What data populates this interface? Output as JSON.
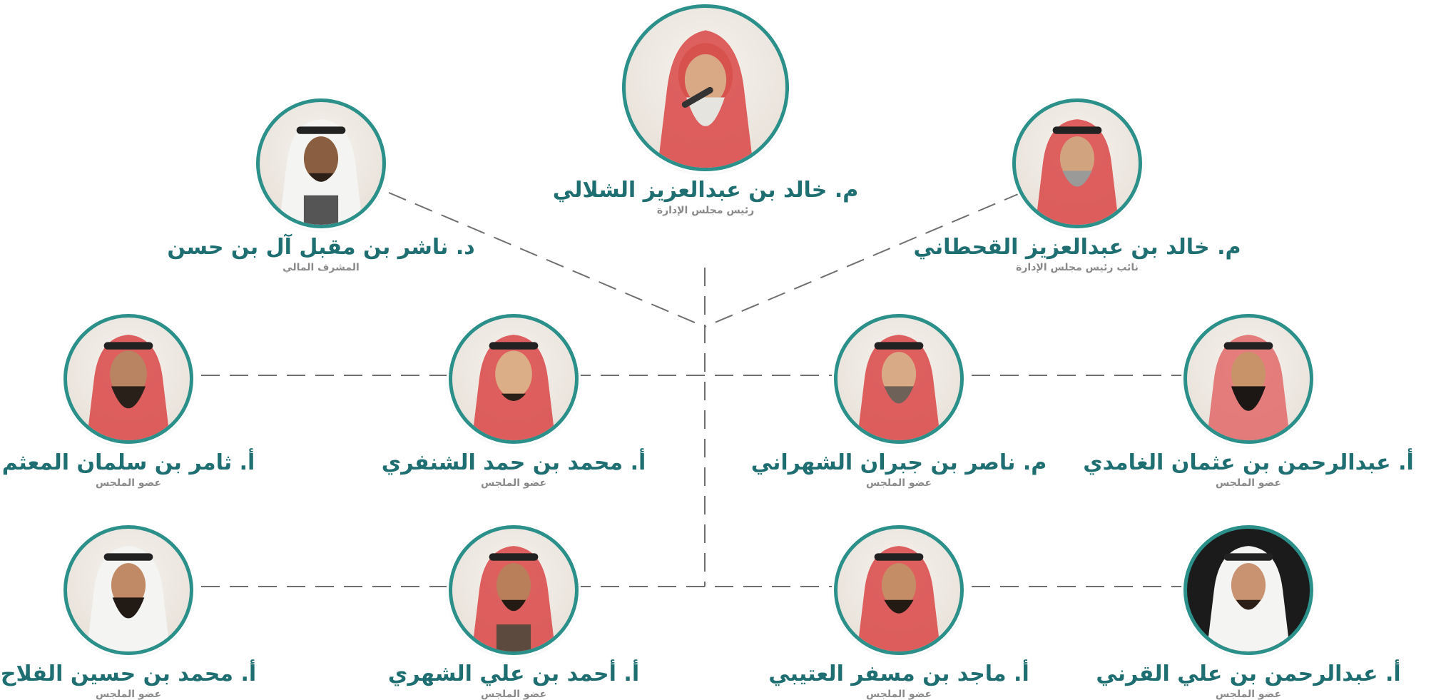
{
  "chairman": {
    "prefix": "م.",
    "name": "خالد بن عبدالعزيز الشلالي",
    "role": "رئيس مجلس الإدارة"
  },
  "vice_chairman": {
    "prefix": "م.",
    "name": "خالد بن عبدالعزيز القحطاني",
    "role": "نائب رئيس مجلس الإدارة"
  },
  "financial_supervisor": {
    "prefix": "د.",
    "name": "ناشر بن مقبل آل بن حسن",
    "role": "المشرف المالي"
  },
  "members_row1": [
    {
      "prefix": "أ.",
      "name": "عبدالرحمن بن عثمان الغامدي",
      "role": "عضو الملجس"
    },
    {
      "prefix": "م.",
      "name": "ناصر بن جبران الشهراني",
      "role": "عضو الملجس"
    },
    {
      "prefix": "أ.",
      "name": "محمد بن حمد الشنفري",
      "role": "عضو الملجس"
    },
    {
      "prefix": "أ.",
      "name": "ثامر بن سلمان المعثم",
      "role": "عضو الملجس"
    }
  ],
  "members_row2": [
    {
      "prefix": "أ.",
      "name": "عبدالرحمن بن علي القرني",
      "role": "عضو الملجس"
    },
    {
      "prefix": "أ.",
      "name": "ماجد بن مسفر العتيبي",
      "role": "عضو الملجس"
    },
    {
      "prefix": "أ.",
      "name": "أحمد بن علي الشهري",
      "role": "عضو الملجس"
    },
    {
      "prefix": "أ.",
      "name": "محمد بن حسين الفلاح",
      "role": "عضو الملجس"
    }
  ],
  "colors": {
    "accent": "#1f6f72",
    "ring": "#2b8f8a",
    "role_text": "#8a8a8a",
    "connector": "#6f6f6f"
  }
}
